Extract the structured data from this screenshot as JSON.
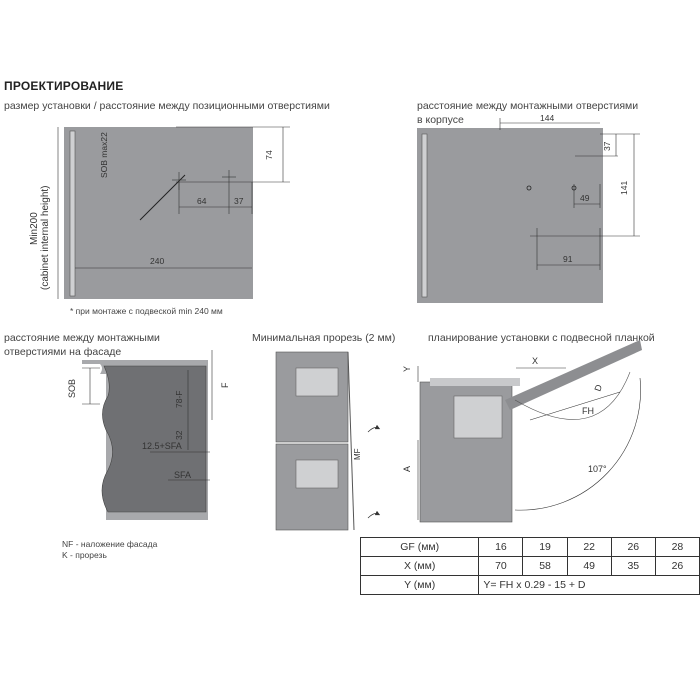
{
  "title": "ПРОЕКТИРОВАНИЕ",
  "section1": {
    "caption": "размер установки / расстояние между позиционными отверстиями",
    "dims": {
      "sob": "SOB max22",
      "h74": "74",
      "d64": "64",
      "d37": "37",
      "w240": "240"
    },
    "side_label_1": "Min200",
    "side_label_2": "(cabinet internal height)",
    "note": "* при монтаже с подвеской min 240 мм"
  },
  "section2": {
    "caption_1": "расстояние между монтажными отверстиями",
    "caption_2": "в корпусе",
    "dims": {
      "w144": "144",
      "h37": "37",
      "h141": "141",
      "d49": "49",
      "d91": "91"
    }
  },
  "section3": {
    "caption_1": "расстояние между монтажными",
    "caption_2": "отверстиями на фасаде",
    "dims": {
      "sob": "SOB",
      "f": "F",
      "f78": "78-F",
      "d32": "32",
      "sfa125": "12.5+SFA",
      "sfa": "SFA"
    },
    "legend_1": "NF - наложение фасада",
    "legend_2": "K - прорезь"
  },
  "section4": {
    "caption": "Минимальная прорезь (2 мм)",
    "dims": {
      "mf": "MF"
    }
  },
  "section5": {
    "caption": "планирование установки с подвесной планкой",
    "dims": {
      "x": "X",
      "y": "Y",
      "d": "D",
      "fh": "FH",
      "a": "A",
      "angle": "107°"
    }
  },
  "table": {
    "rows": [
      {
        "label": "GF (мм)",
        "values": [
          "16",
          "19",
          "22",
          "26",
          "28"
        ]
      },
      {
        "label": "X (мм)",
        "values": [
          "70",
          "58",
          "49",
          "35",
          "26"
        ]
      }
    ],
    "formula_label": "Y (мм)",
    "formula": "Y= FH x 0.29 - 15 + D"
  }
}
